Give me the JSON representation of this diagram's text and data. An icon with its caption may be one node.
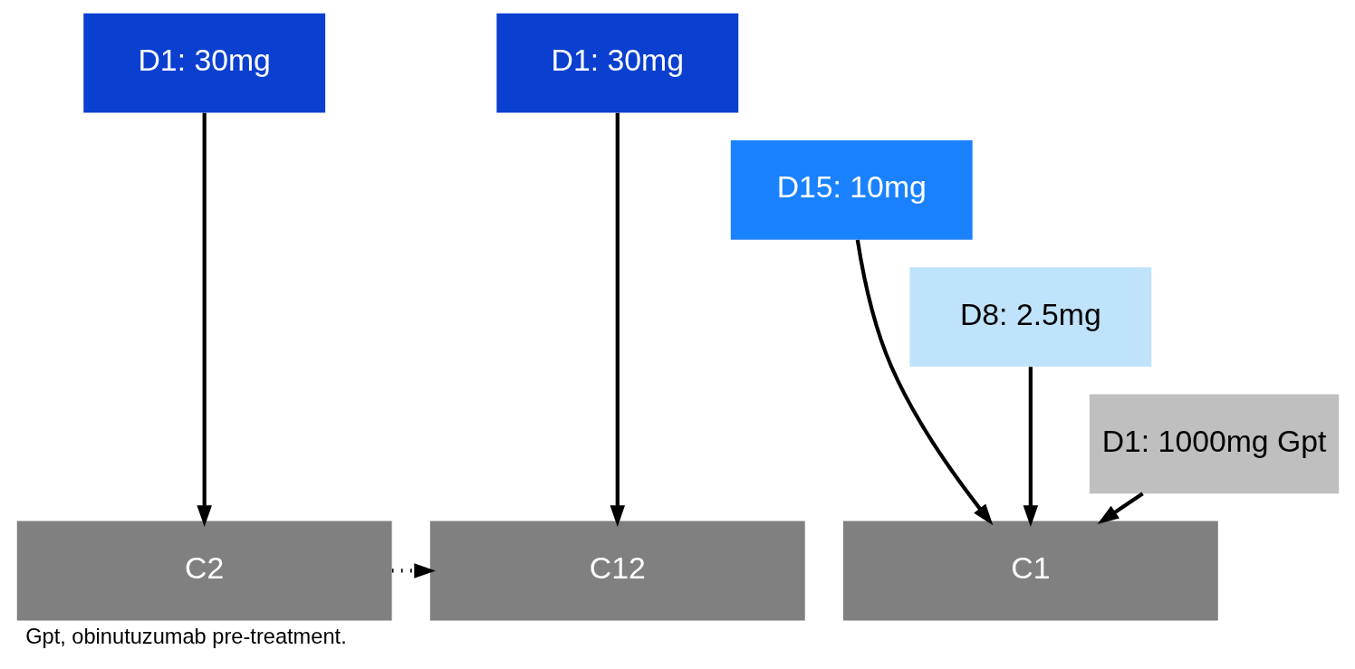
{
  "diagram": {
    "caption": "Gpt, obinutuzumab pre-treatment.",
    "nodes": [
      {
        "text": [
          "D1: 30mg"
        ]
      },
      {
        "text": [
          "D1: 30mg"
        ]
      },
      {
        "text": [
          "D15: 10mg"
        ]
      },
      {
        "text": [
          "D8: 2.5mg"
        ]
      },
      {
        "text": [
          "D1: 1000mg Gpt"
        ]
      },
      {
        "text": [
          "C1"
        ]
      },
      {
        "text": [
          "C2"
        ]
      },
      {
        "text": [
          "C12"
        ]
      }
    ],
    "edges": [
      {
        "from": 4,
        "to": 5,
        "arrow": "to"
      },
      {
        "from": 3,
        "to": 5,
        "arrow": "to"
      },
      {
        "from": 2,
        "to": 5,
        "arrow": "to"
      },
      {
        "from": 0,
        "to": 6,
        "arrow": "to"
      },
      {
        "from": 1,
        "to": 7,
        "arrow": "to"
      },
      {
        "from": 6,
        "to": 7,
        "arrow": "to",
        "style": "dashed"
      }
    ]
  }
}
